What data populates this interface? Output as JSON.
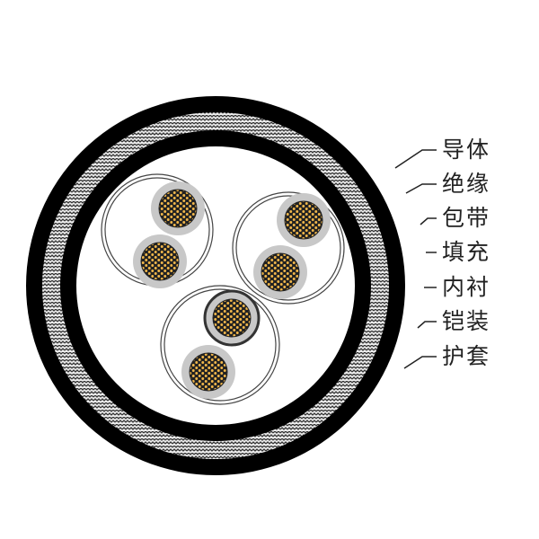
{
  "labels": [
    "导体",
    "绝缘",
    "包带",
    "填充",
    "内衬",
    "铠装",
    "护套"
  ],
  "colors": {
    "conductor": "#f2b84b",
    "insulation": "#c8c8c8",
    "sheath": "#000000",
    "armor": "#9a9a9a",
    "background": "#ffffff"
  }
}
